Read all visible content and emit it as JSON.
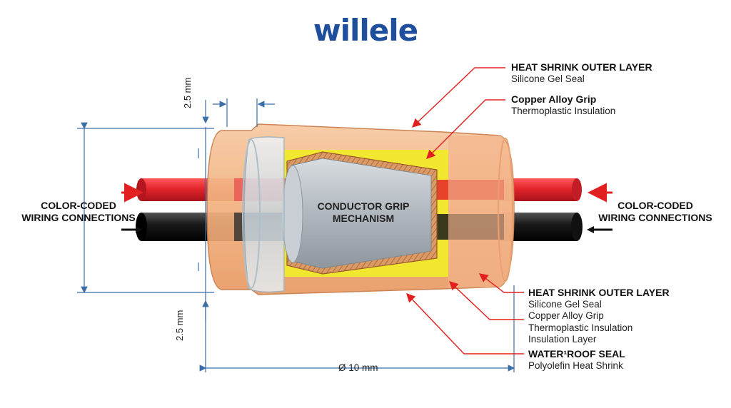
{
  "brand": {
    "logo": "willele"
  },
  "labels": {
    "top_outer_title": "HEAT SHRINK OUTER LAYER",
    "top_outer_sub": "Silicone Gel Seal",
    "top_grip_title": "Copper Alloy Grip",
    "top_grip_sub": "Thermoplastic Insulation",
    "bottom_outer_title": "HEAT SHRINK OUTER LAYER",
    "bottom_lines": [
      "Silicone Gel Seal",
      "Copper Alloy Grip",
      "Thermoplastic Insulation",
      "Insulation Layer"
    ],
    "waterproof_title": "WATER¹ROOF SEAL",
    "waterproof_sub": "Polyolefin Heat Shrink",
    "center_line1": "CONDUCTOR GRIP",
    "center_line2": "MECHANISM",
    "left_wiring_line1": "COLOR-CODED",
    "left_wiring_line2": "WIRING CONNECTIONS",
    "right_wiring_line1": "COLOR-CODED",
    "right_wiring_line2": "WIRING CONNECTIONS"
  },
  "dimensions": {
    "top_thickness": "2.5 mm",
    "bottom_thickness": "2.5 mm",
    "diameter": "Ø 10 mm"
  },
  "colors": {
    "brand_blue": "#1f4e9c",
    "red_wire": "#e3262b",
    "black_wire": "#1a1a1a",
    "outer_sleeve": "#f2b07e",
    "inner_fill": "#f1ea2a",
    "pointer_red": "#e32020",
    "dimension_blue": "#3c6fa8"
  }
}
